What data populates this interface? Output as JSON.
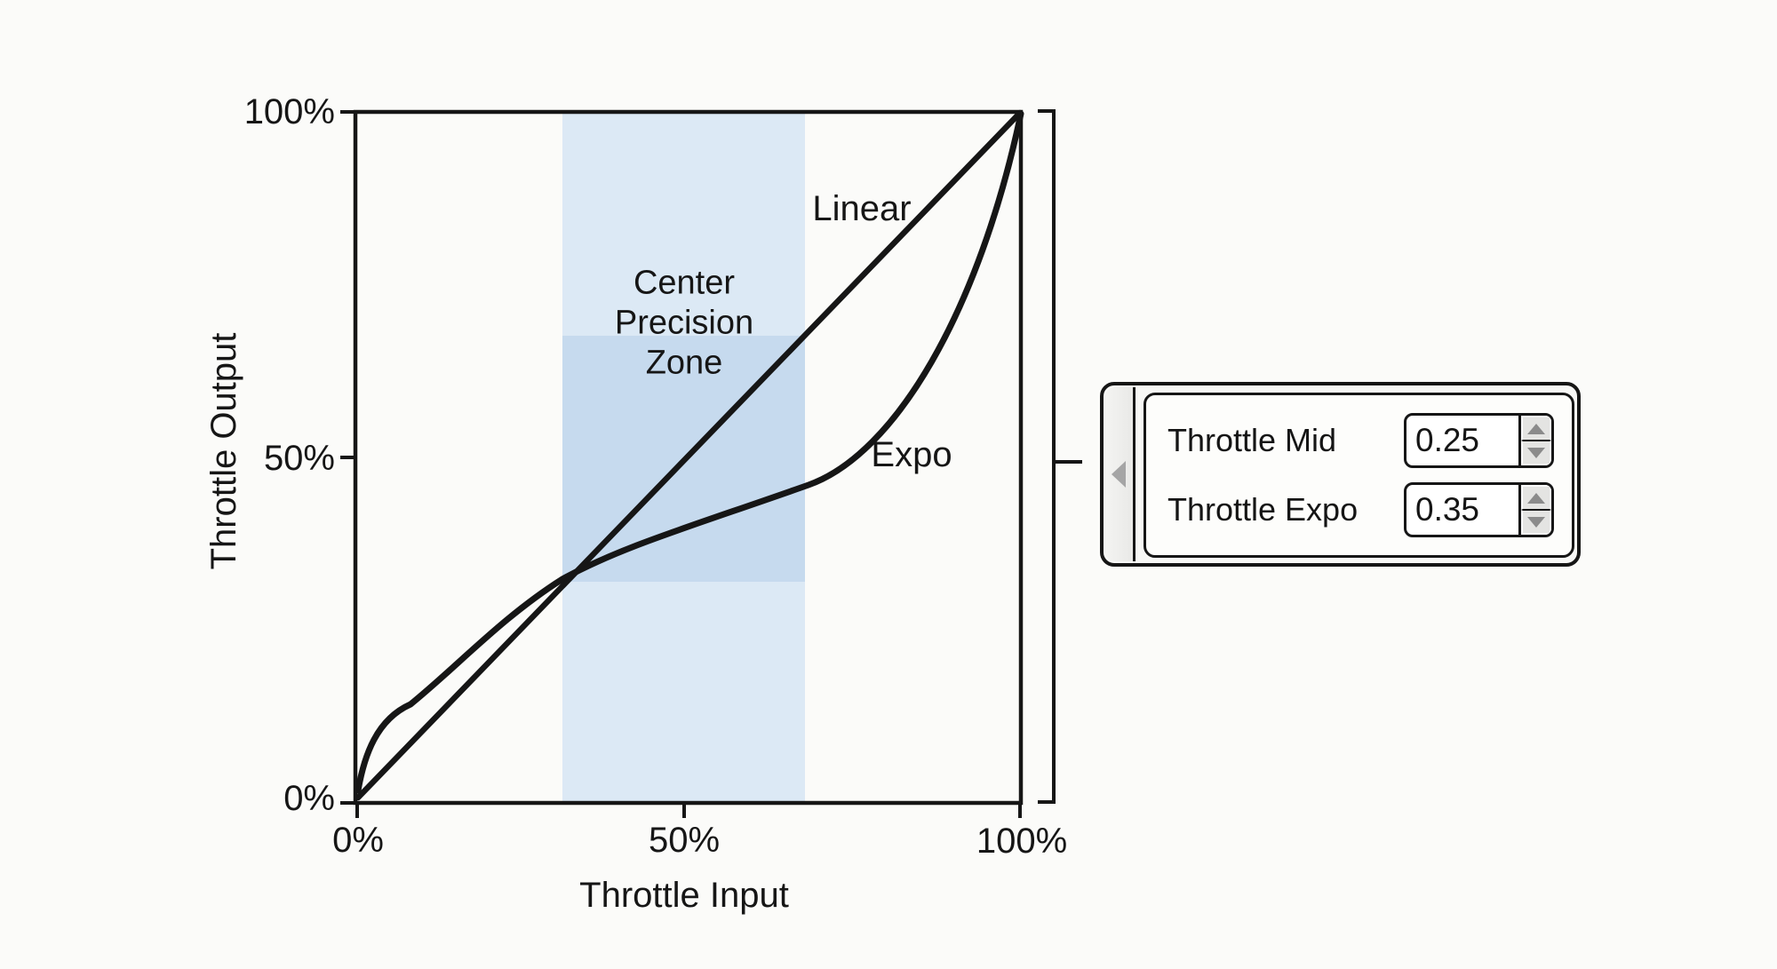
{
  "chart": {
    "x_axis_title": "Throttle Input",
    "y_axis_title": "Throttle Output",
    "x_tick_labels": [
      "0%",
      "50%",
      "100%"
    ],
    "y_tick_labels": [
      "0%",
      "50%",
      "100%"
    ],
    "linear_curve_label": "Linear",
    "expo_curve_label": "Expo",
    "zone_label_lines": [
      "Center",
      "Precision",
      "Zone"
    ]
  },
  "panel": {
    "rows": [
      {
        "label": "Throttle Mid",
        "value": "0.25"
      },
      {
        "label": "Throttle Expo",
        "value": "0.35"
      }
    ]
  },
  "icons": {
    "collapse_arrow": "left-triangle",
    "spinner_up": "up-triangle",
    "spinner_down": "down-triangle"
  },
  "colors": {
    "ink": "#161616",
    "zone_light_blue": "#dce9f5",
    "zone_core_blue": "#c6daee",
    "panel_strip_gray": "#ececea",
    "spinner_gray": "#e4e4e2",
    "arrow_gray": "#a5a5a5"
  },
  "chart_data": {
    "type": "line",
    "title": "",
    "xlabel": "Throttle Input",
    "ylabel": "Throttle Output",
    "xlim": [
      0,
      100
    ],
    "ylim": [
      0,
      100
    ],
    "x_ticks": [
      0,
      50,
      100
    ],
    "y_ticks": [
      0,
      50,
      100
    ],
    "tick_format": "percent",
    "grid": false,
    "legend": "inline curve labels",
    "series": [
      {
        "name": "Linear",
        "x": [
          0,
          25,
          50,
          75,
          100
        ],
        "y": [
          0,
          25,
          50,
          75,
          100
        ]
      },
      {
        "name": "Expo",
        "x": [
          0,
          6,
          15,
          31,
          50,
          68,
          85,
          95,
          100
        ],
        "y": [
          0,
          13,
          22,
          32,
          39,
          46,
          61,
          80,
          100
        ]
      }
    ],
    "highlight_zone": {
      "label": "Center Precision Zone",
      "x_range": [
        31,
        68
      ],
      "y_range": [
        32,
        68
      ]
    },
    "annotation_bracket": "right side bracket spanning full output range, pointing to settings panel",
    "settings": {
      "throttle_mid": 0.25,
      "throttle_expo": 0.35
    }
  }
}
